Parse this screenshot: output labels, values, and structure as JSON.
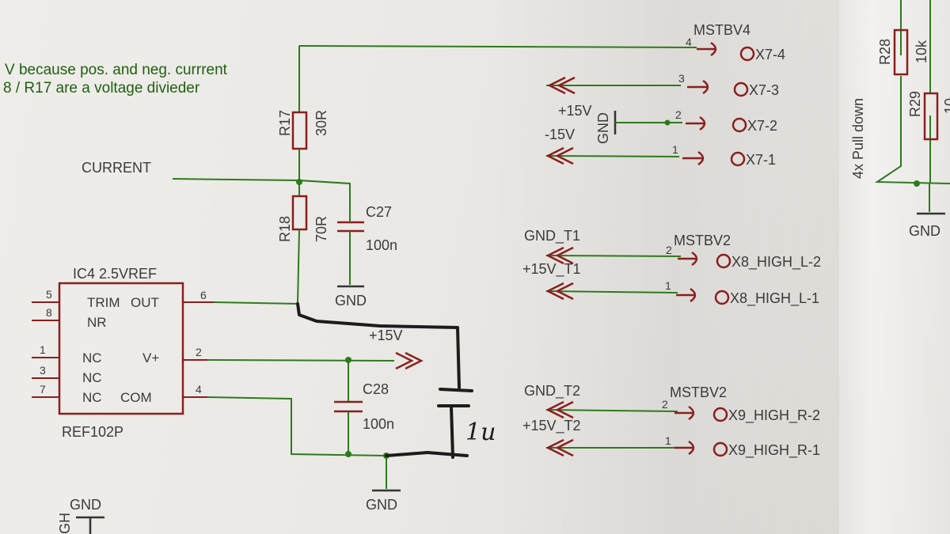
{
  "notes": {
    "line1": "V because pos. and neg. currrent",
    "line2": "8 / R17 are a voltage diviеder"
  },
  "net_current": "CURRENT",
  "r17": {
    "name": "R17",
    "value": "30R"
  },
  "r18": {
    "name": "R18",
    "value": "70R"
  },
  "c27": {
    "name": "C27",
    "value": "100n"
  },
  "c28": {
    "name": "C28",
    "value": "100n"
  },
  "gnd": "GND",
  "plus15v": "+15V",
  "ic4": {
    "title": "IC4  2.5VREF",
    "part": "REF102P",
    "pin_trim": "TRIM",
    "pin_out": "OUT",
    "pin_nr": "NR",
    "pin_nc1": "NC",
    "pin_nc2": "NC",
    "pin_nc3": "NC",
    "pin_vplus": "V+",
    "pin_com": "COM",
    "num5": "5",
    "num8": "8",
    "num1": "1",
    "num3": "3",
    "num7": "7",
    "num6": "6",
    "num2": "2",
    "num4": "4"
  },
  "hand_note": "1u",
  "x7": {
    "connector": "MSTBV4",
    "pin4": "X7-4",
    "pin3": "X7-3",
    "pin2": "X7-2",
    "pin1": "X7-1",
    "n4": "4",
    "n3": "3",
    "n2": "2",
    "n1": "1",
    "plus15": "+15V",
    "minus15": "-15V",
    "gnd_vertical": "GND"
  },
  "x8": {
    "connector": "MSTBV2",
    "gnd_t": "GND_T1",
    "plus_t": "+15V_T1",
    "pin2": "X8_HIGH_L-2",
    "pin1": "X8_HIGH_L-1",
    "n2": "2",
    "n1": "1"
  },
  "x9": {
    "connector": "MSTBV2",
    "gnd_t": "GND_T2",
    "plus_t": "+15V_T2",
    "pin2": "X9_HIGH_R-2",
    "pin1": "X9_HIGH_R-1",
    "n2": "2",
    "n1": "1"
  },
  "pulldown": {
    "label": "4x Pull down",
    "r28": "R28",
    "r28_val": "10k",
    "r29": "R29",
    "r29_val": "10",
    "gnd": "GND"
  },
  "bottom_left": {
    "gnd": "GND",
    "vertical": "GH"
  },
  "colors": {
    "wire": "#2d7a1e",
    "component": "#8a1f1f",
    "ink": "#1c1c1c",
    "paper": "#eceae6"
  }
}
